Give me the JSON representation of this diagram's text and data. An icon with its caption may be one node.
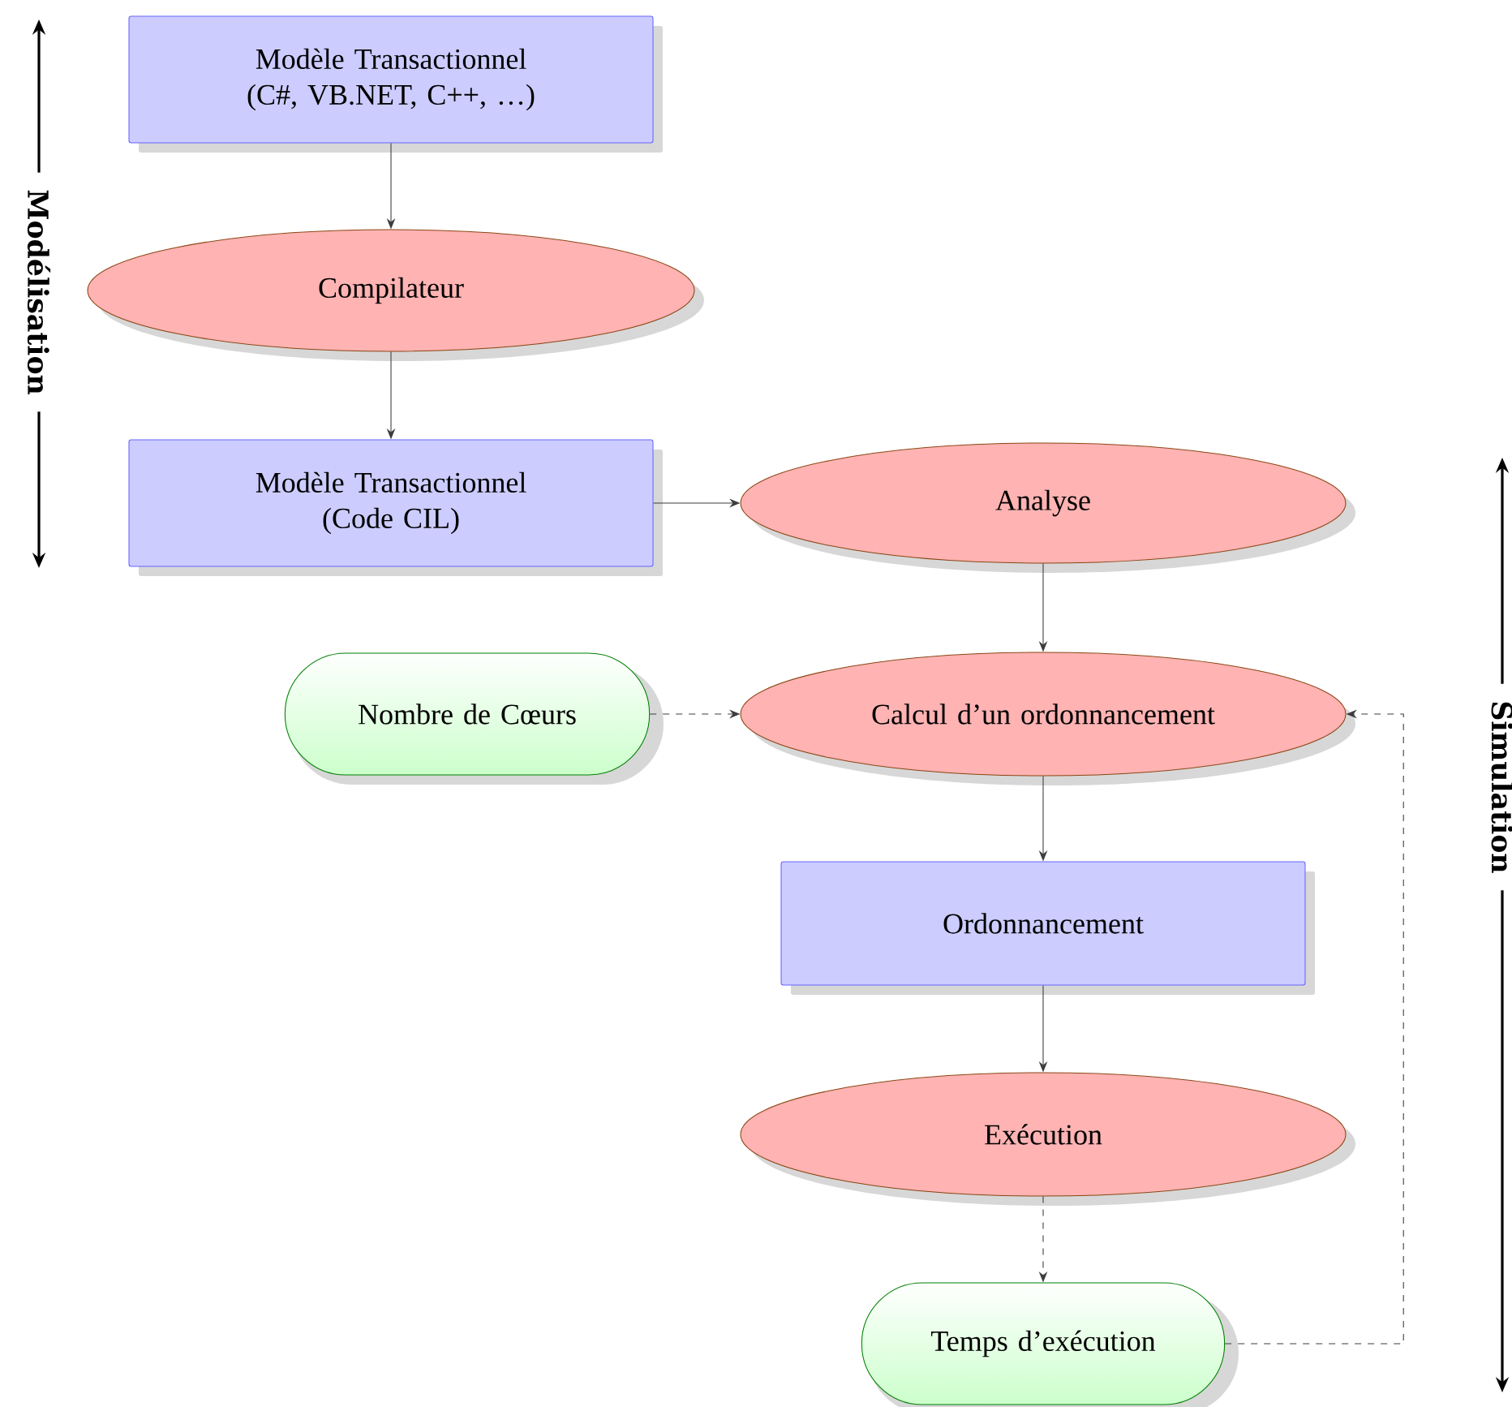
{
  "diagram": {
    "nodes": [
      {
        "text": [
          "Modèle Transactionnel (C#, VB.NET, C++, …)"
        ]
      },
      {
        "text": [
          "Compilateur"
        ]
      },
      {
        "text": [
          "Modèle Transactionnel (Code CIL)"
        ]
      },
      {
        "text": [
          "Analyse"
        ]
      },
      {
        "text": [
          "Nombre de Cœurs"
        ]
      },
      {
        "text": [
          "Calcul d’un ordonnancement"
        ]
      },
      {
        "text": [
          "Ordonnancement"
        ]
      },
      {
        "text": [
          "Exécution"
        ]
      },
      {
        "text": [
          "Temps d’exécution"
        ]
      }
    ],
    "edges": [
      {
        "from": 0,
        "to": 1,
        "arrow": "to"
      },
      {
        "from": 1,
        "to": 2,
        "arrow": "to"
      },
      {
        "from": 2,
        "to": 3,
        "arrow": "to"
      },
      {
        "from": 3,
        "to": 5,
        "arrow": "to"
      },
      {
        "from": 4,
        "to": 5,
        "arrow": "to",
        "style": "dashed"
      },
      {
        "from": 5,
        "to": 6,
        "arrow": "to"
      },
      {
        "from": 6,
        "to": 7,
        "arrow": "to"
      },
      {
        "from": 7,
        "to": 8,
        "arrow": "to",
        "style": "dashed"
      },
      {
        "from": 8,
        "to": 5,
        "arrow": "to",
        "style": "dashed"
      }
    ],
    "labels": [
      "Modélisation",
      "Simulation"
    ]
  }
}
